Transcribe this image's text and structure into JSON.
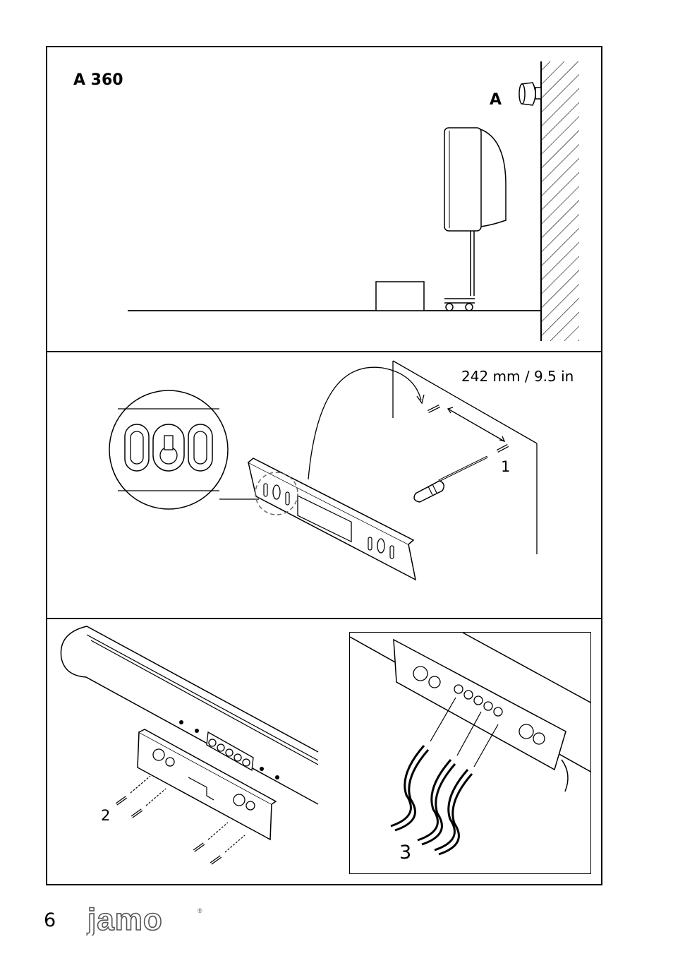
{
  "panel1": {
    "title": "A 360",
    "wall_label": "A"
  },
  "panel2": {
    "distance_label": "242 mm / 9.5 in",
    "step": "1"
  },
  "panel3": {
    "step_screws": "2",
    "step_wires": "3"
  },
  "footer": {
    "page_number": "6",
    "brand": "jamo",
    "registered": "®"
  }
}
